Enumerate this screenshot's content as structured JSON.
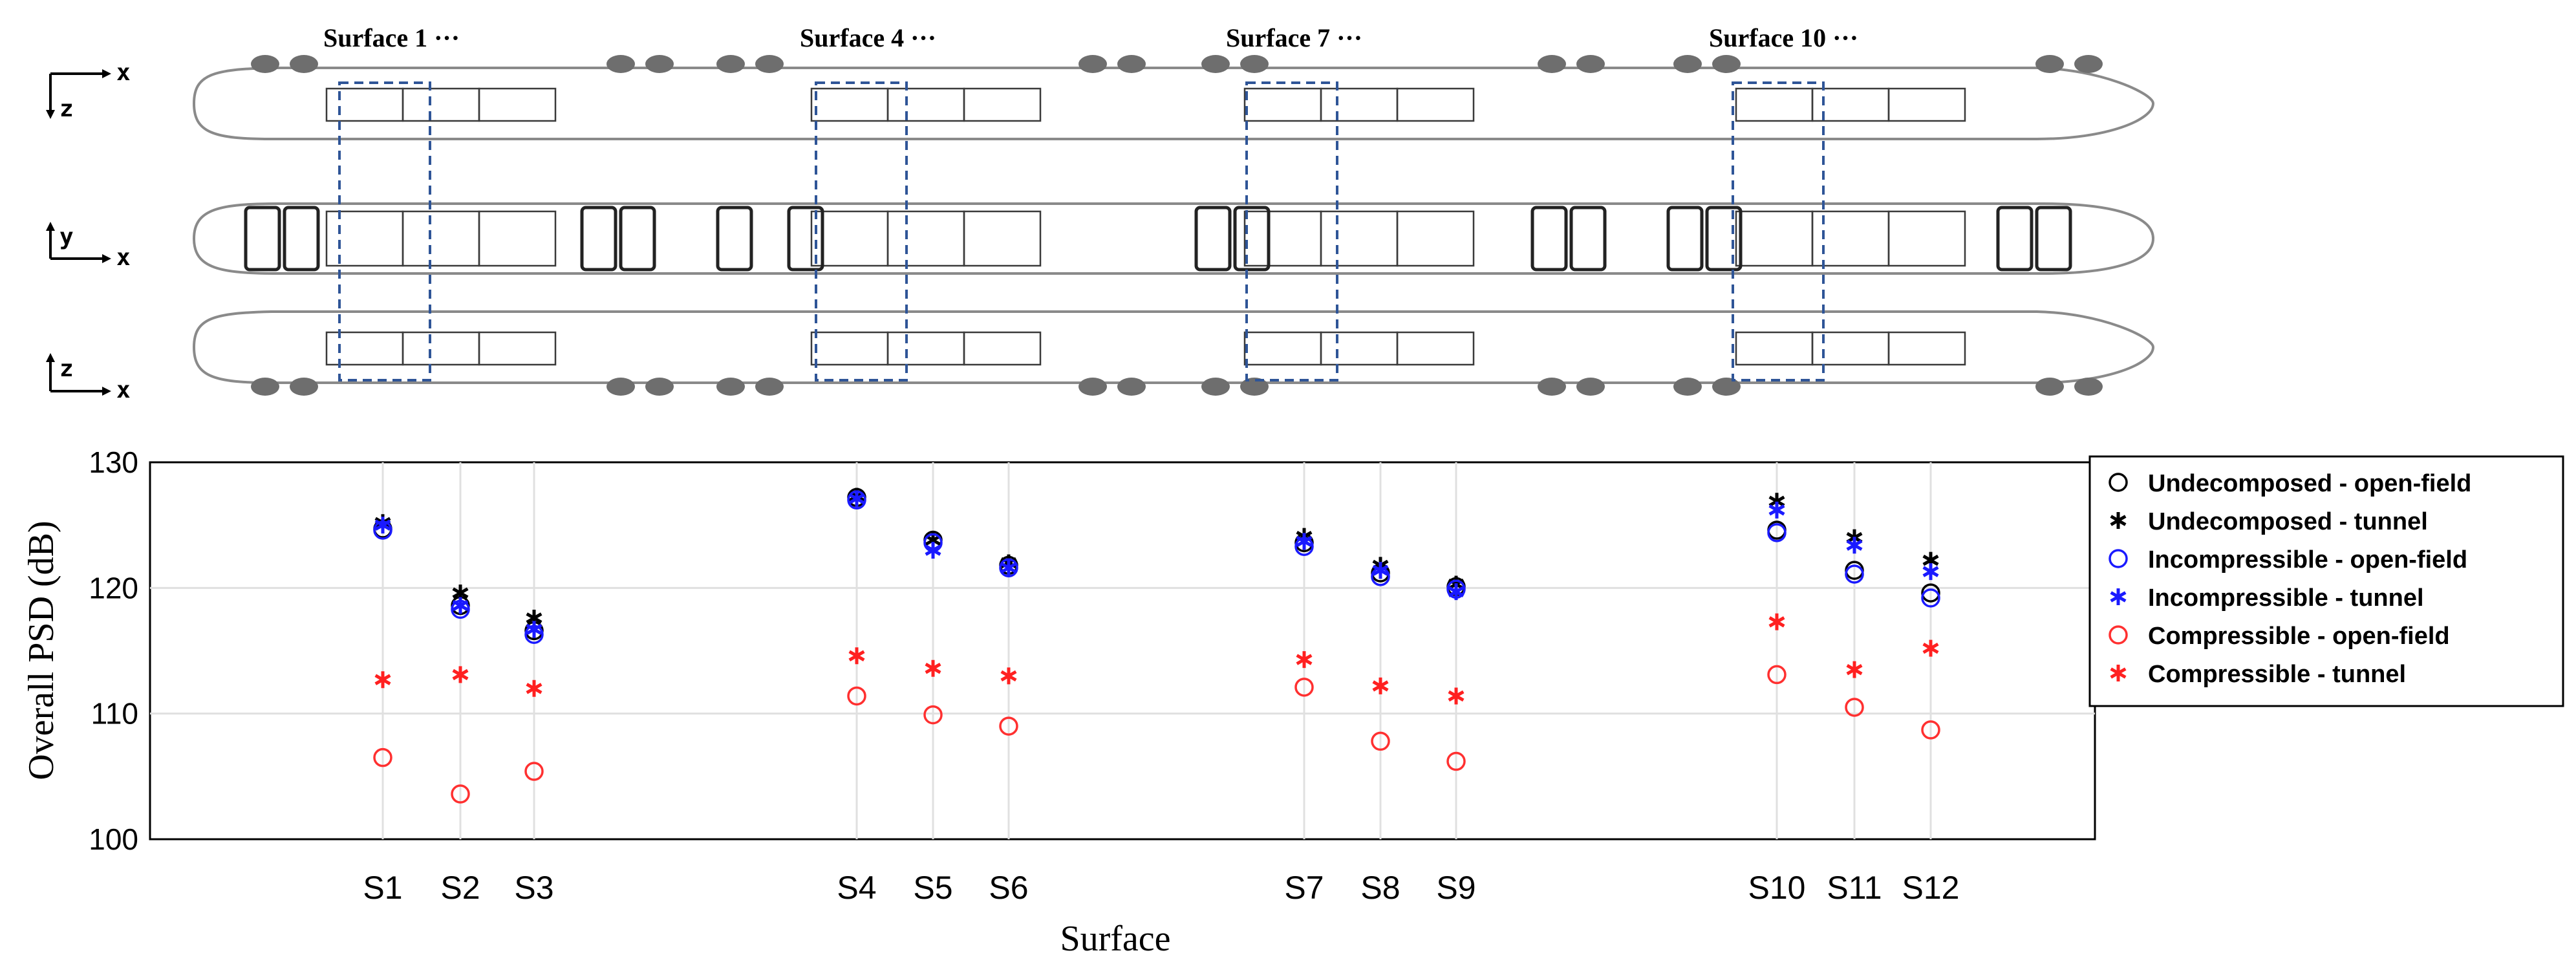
{
  "schematic": {
    "surface_labels": [
      "Surface 1 ···",
      "Surface 4 ···",
      "Surface 7 ···",
      "Surface 10 ···"
    ],
    "views": [
      {
        "axes": [
          "x",
          "z"
        ]
      },
      {
        "axes": [
          "x",
          "y"
        ]
      },
      {
        "axes": [
          "x",
          "z"
        ]
      }
    ]
  },
  "chart_data": {
    "type": "scatter",
    "xlabel": "Surface",
    "ylabel": "Overall PSD (dB)",
    "ylim": [
      100,
      130
    ],
    "yticks": [
      100,
      110,
      120,
      130
    ],
    "categories": [
      "S1",
      "S2",
      "S3",
      "S4",
      "S5",
      "S6",
      "S7",
      "S8",
      "S9",
      "S10",
      "S11",
      "S12"
    ],
    "grid": true,
    "legend_position": "right",
    "series": [
      {
        "name": "Undecomposed - open-field",
        "color": "#000000",
        "marker": "circle",
        "values": [
          124.7,
          118.6,
          116.6,
          127.2,
          123.8,
          121.8,
          123.6,
          121.2,
          120.1,
          124.6,
          121.4,
          119.6
        ]
      },
      {
        "name": "Undecomposed - tunnel",
        "color": "#000000",
        "marker": "star",
        "values": [
          125.2,
          119.6,
          117.6,
          127.3,
          123.8,
          122.0,
          124.1,
          121.8,
          120.3,
          126.9,
          124.0,
          122.2
        ]
      },
      {
        "name": "Incompressible - open-field",
        "color": "#1a1aff",
        "marker": "circle",
        "values": [
          124.6,
          118.3,
          116.3,
          127.0,
          123.6,
          121.6,
          123.3,
          120.9,
          119.9,
          124.4,
          121.1,
          119.2
        ]
      },
      {
        "name": "Incompressible - tunnel",
        "color": "#1a1aff",
        "marker": "star",
        "values": [
          125.0,
          118.6,
          116.7,
          127.1,
          123.0,
          121.6,
          123.7,
          121.4,
          119.7,
          126.2,
          123.4,
          121.3
        ]
      },
      {
        "name": "Compressible - open-field",
        "color": "#ff3030",
        "marker": "circle",
        "values": [
          106.5,
          103.6,
          105.4,
          111.4,
          109.9,
          109.0,
          112.1,
          107.8,
          106.2,
          113.1,
          110.5,
          108.7
        ]
      },
      {
        "name": "Compressible - tunnel",
        "color": "#ff2020",
        "marker": "star",
        "values": [
          112.7,
          113.1,
          112.0,
          114.6,
          113.6,
          113.0,
          114.3,
          112.2,
          111.4,
          117.3,
          113.5,
          115.2
        ]
      }
    ]
  }
}
